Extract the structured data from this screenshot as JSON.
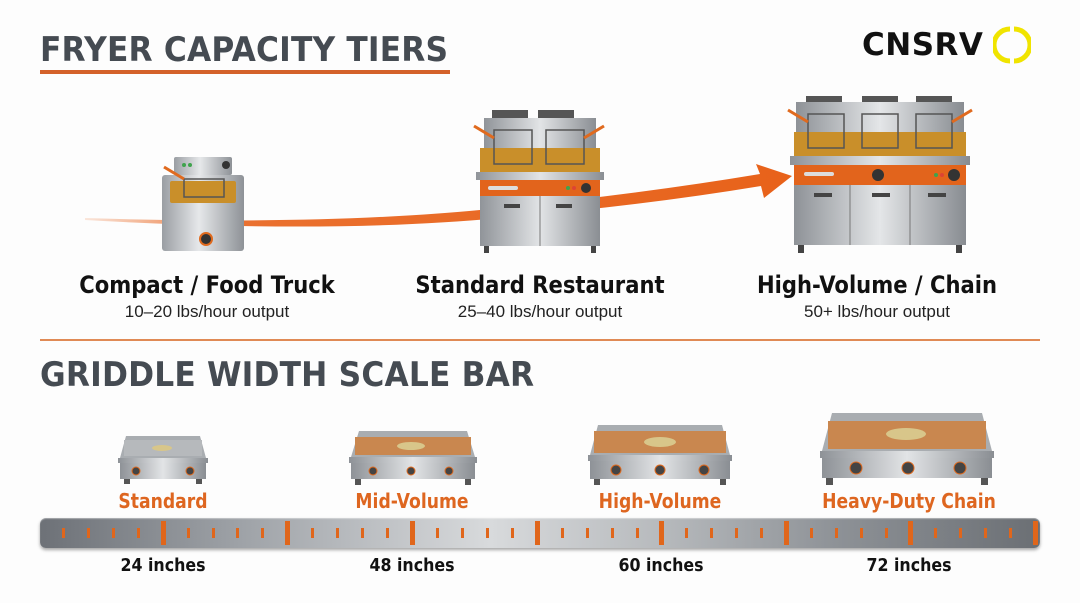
{
  "header": {
    "title": "FRYER CAPACITY TIERS",
    "logo_text": "CNSRV",
    "logo_icon": "yellow-ring-icon"
  },
  "colors": {
    "accent_orange": "#de6620",
    "title_gray": "#454b52",
    "logo_yellow": "#f0e400",
    "text_dark": "#111111"
  },
  "fryer_tiers": [
    {
      "name": "Compact / Food Truck",
      "output": "10–20 lbs/hour output",
      "baskets": 1,
      "image": "compact-fryer-image"
    },
    {
      "name": "Standard Restaurant",
      "output": "25–40 lbs/hour output",
      "baskets": 2,
      "image": "standard-fryer-image"
    },
    {
      "name": "High-Volume / Chain",
      "output": "50+ lbs/hour output",
      "baskets": 3,
      "image": "high-volume-fryer-image"
    }
  ],
  "griddle_section": {
    "title": "GRIDDLE WIDTH SCALE BAR",
    "griddles": [
      {
        "name": "Standard",
        "width": "24 inches",
        "knobs": 2
      },
      {
        "name": "Mid-Volume",
        "width": "48 inches",
        "knobs": 3
      },
      {
        "name": "High-Volume",
        "width": "60 inches",
        "knobs": 3
      },
      {
        "name": "Heavy-Duty Chain",
        "width": "72 inches",
        "knobs": 3
      }
    ],
    "scale_bar": {
      "major_ticks": 8,
      "minor_ticks_between": 4
    }
  }
}
